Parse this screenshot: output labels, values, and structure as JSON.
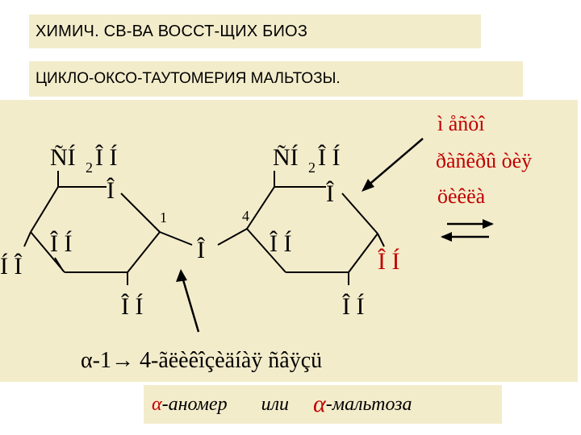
{
  "title": "ХИМИЧ. СВ-ВА ВОССТ-ЩИХ БИОЗ",
  "subtitle": "ЦИКЛО-ОКСО-ТАУТОМЕРИЯ МАЛЬТОЗЫ.",
  "left_ring": {
    "ch2oh": "ÑÍ",
    "sub2": "2",
    "ch2oh_tail": "Î Í",
    "ring_o": "Î",
    "oh_left": "Î Í",
    "ho": "Í Î",
    "oh_bottom": "Î Í",
    "carbon_1": "1"
  },
  "glycosidic_o": "Î",
  "right_ring": {
    "ch2oh": "ÑÍ",
    "sub2": "2",
    "ch2oh_tail": "Î Í",
    "ring_o": "Î",
    "oh_left": "Î Í",
    "oh_anomeric": "Î Í",
    "oh_bottom": "Î Í",
    "carbon_4": "4"
  },
  "annotation": [
    "ì åñòî",
    "ðàñêðû òèÿ",
    "öèêëà"
  ],
  "bond_label": "α-1→ 4-ãëèêîçèäíàÿ ñâÿçü",
  "caption": {
    "alpha1": "α",
    "part1": "-аномер",
    "middle": "или",
    "alpha2": "α",
    "part2": "-мальтоза"
  },
  "colors": {
    "panel": "#f3eccb",
    "accent_red": "#c00000",
    "text": "#000000"
  }
}
